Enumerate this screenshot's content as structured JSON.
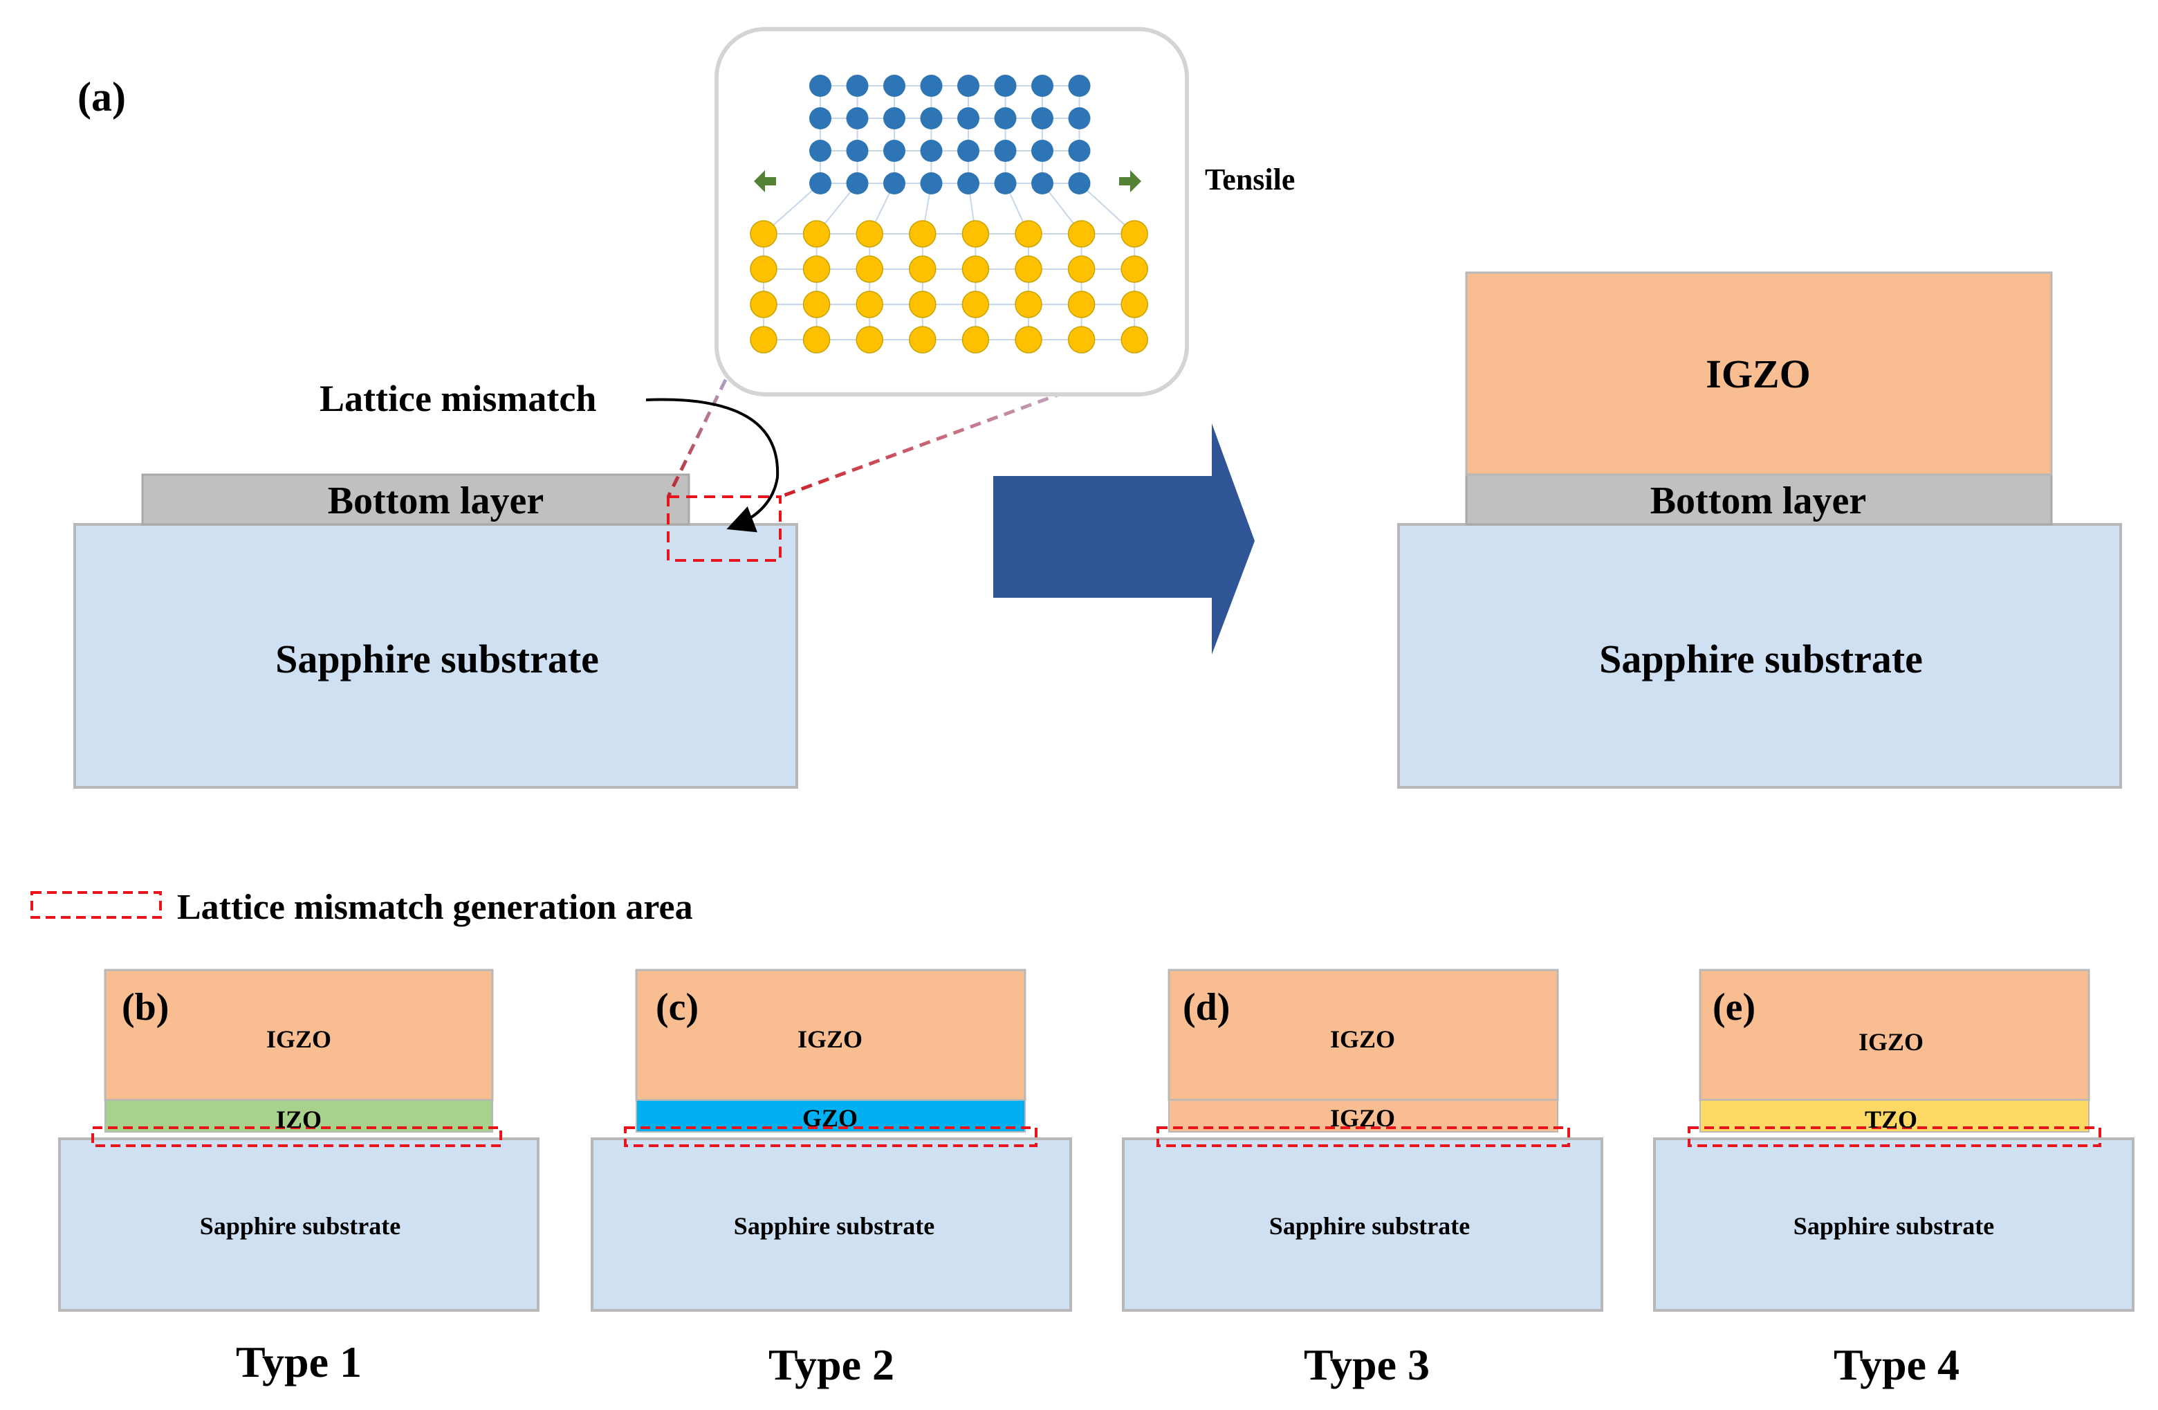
{
  "panel_a": {
    "label": "(a)",
    "callout": "Lattice mismatch",
    "strain": "Tensile",
    "left_stack": {
      "bottom_layer": "Bottom layer",
      "substrate": "Sapphire substrate"
    },
    "right_stack": {
      "top_layer": "IGZO",
      "bottom_layer": "Bottom layer",
      "substrate": "Sapphire substrate"
    }
  },
  "legend": {
    "label": "Lattice mismatch generation area"
  },
  "types": [
    {
      "panel_label": "(b)",
      "top_layer": "IGZO",
      "bottom_layer": "IZO",
      "substrate": "Sapphire substrate",
      "caption": "Type 1",
      "bottom_color": "#a9d18e"
    },
    {
      "panel_label": "(c)",
      "top_layer": "IGZO",
      "bottom_layer": "GZO",
      "substrate": "Sapphire substrate",
      "caption": "Type 2",
      "bottom_color": "#00b0f0"
    },
    {
      "panel_label": "(d)",
      "top_layer": "IGZO",
      "bottom_layer": "IGZO",
      "substrate": "Sapphire substrate",
      "caption": "Type 3",
      "bottom_color": "#f8be91"
    },
    {
      "panel_label": "(e)",
      "top_layer": "IGZO",
      "bottom_layer": "TZO",
      "substrate": "Sapphire substrate",
      "caption": "Type 4",
      "bottom_color": "#ffd966"
    }
  ],
  "colors": {
    "substrate": "#cfe0f2",
    "igzo": "#f8be91",
    "bottom_layer_gray": "#c0c0c0",
    "mismatch_outline": "#e8141c",
    "arrow": "#2f5597",
    "film_atoms": "#2e75b6",
    "substrate_atoms": "#ffc000",
    "strain_arrows": "#548235"
  }
}
